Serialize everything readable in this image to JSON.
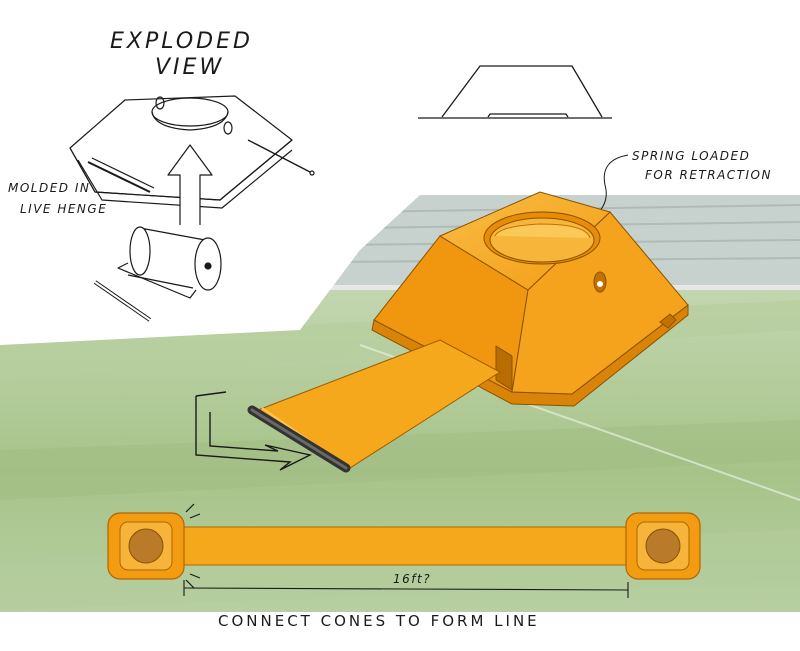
{
  "diagram": {
    "exploded_title_line1": "EXPLODED",
    "exploded_title_line2": "VIEW",
    "label_hinge_line1": "MOLDED IN",
    "label_hinge_line2": "LIVE HENGE",
    "label_spring_line1": "SPRING LOADED",
    "label_spring_line2": "FOR RETRACTION",
    "dimension_label": "16ft?",
    "caption": "CONNECT CONES TO FORM LINE"
  },
  "colors": {
    "orange": "#f39c12",
    "orange_dark": "#d97f06",
    "orange_light": "#f8b838",
    "tape": "#f6a81c",
    "rod": "#444444",
    "grass": "#a9c48e",
    "stadium": "#c9d2cf",
    "ink": "#1a1a1a"
  }
}
